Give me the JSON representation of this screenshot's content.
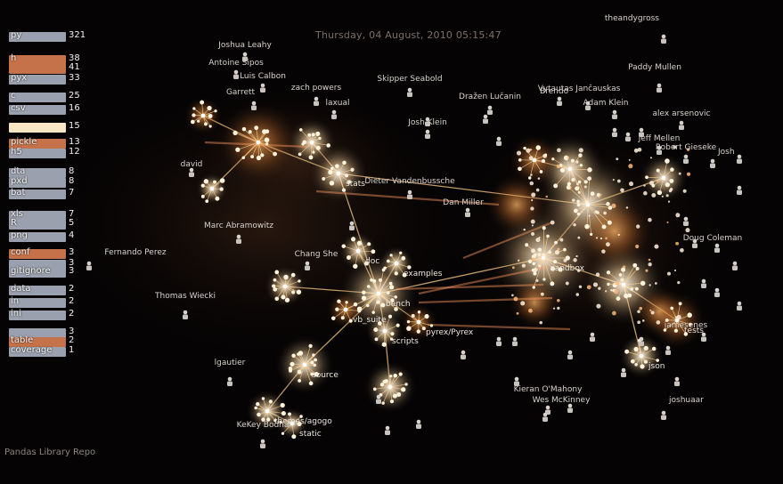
{
  "title": "Pandas Library Repo",
  "date": "Thursday, 04 August, 2010 05:15:47",
  "colors": {
    "background": "#050304",
    "edge": "#ffcf8a",
    "node": "#fff3dc",
    "glow": "#ff9a3c",
    "legend_gray": "#9aa0ad",
    "legend_orange": "#c5724a",
    "legend_cream": "#f6e6c4"
  },
  "legend": [
    {
      "ext": "py",
      "count": "321",
      "color": "#9aa0ad"
    },
    {
      "ext": "h",
      "count": "38",
      "color": "#c5724a"
    },
    {
      "ext": "",
      "count": "41",
      "color": "#c5724a"
    },
    {
      "ext": "pyx",
      "count": "33",
      "color": "#9aa0ad"
    },
    {
      "ext": "c",
      "count": "25",
      "color": "#9aa0ad"
    },
    {
      "ext": "csv",
      "count": "16",
      "color": "#9aa0ad"
    },
    {
      "ext": "",
      "count": "15",
      "color": "#f6e6c4"
    },
    {
      "ext": "pickle",
      "count": "13",
      "color": "#c5724a"
    },
    {
      "ext": "h5",
      "count": "12",
      "color": "#9aa0ad"
    },
    {
      "ext": "dta",
      "count": "8",
      "color": "#9aa0ad"
    },
    {
      "ext": "pxd",
      "count": "8",
      "color": "#9aa0ad"
    },
    {
      "ext": "bat",
      "count": "7",
      "color": "#9aa0ad"
    },
    {
      "ext": "xls",
      "count": "7",
      "color": "#9aa0ad"
    },
    {
      "ext": "R",
      "count": "5",
      "color": "#9aa0ad"
    },
    {
      "ext": "png",
      "count": "4",
      "color": "#9aa0ad"
    },
    {
      "ext": "conf",
      "count": "3",
      "color": "#c5724a"
    },
    {
      "ext": "",
      "count": "3",
      "color": "#9aa0ad"
    },
    {
      "ext": "gitignore",
      "count": "3",
      "color": "#9aa0ad"
    },
    {
      "ext": "data",
      "count": "2",
      "color": "#9aa0ad"
    },
    {
      "ext": "in",
      "count": "2",
      "color": "#9aa0ad"
    },
    {
      "ext": "ini",
      "count": "2",
      "color": "#9aa0ad"
    },
    {
      "ext": "",
      "count": "3",
      "color": "#9aa0ad"
    },
    {
      "ext": "table",
      "count": "2",
      "color": "#c5724a"
    },
    {
      "ext": "coverage",
      "count": "1",
      "color": "#9aa0ad"
    }
  ],
  "users": [
    {
      "name": "theandygross"
    },
    {
      "name": "Joshua Leahy"
    },
    {
      "name": "Antoine Sipos"
    },
    {
      "name": "Luis Calbon"
    },
    {
      "name": "Paddy Mullen"
    },
    {
      "name": "zach powers"
    },
    {
      "name": "Skipper Seabold"
    },
    {
      "name": "Dražen Lučanin"
    },
    {
      "name": "Vytautas Jančauskas"
    },
    {
      "name": "Garrett"
    },
    {
      "name": "laxual"
    },
    {
      "name": "Brendo"
    },
    {
      "name": "Adam Klein"
    },
    {
      "name": "alex arsenovic"
    },
    {
      "name": "Josh Klein"
    },
    {
      "name": "Jeff Mellen"
    },
    {
      "name": "Robert Gieseke"
    },
    {
      "name": "Josh"
    },
    {
      "name": "david"
    },
    {
      "name": "Dieter Vandenbussche"
    },
    {
      "name": "Dan Miller"
    },
    {
      "name": "Marc Abramowitz"
    },
    {
      "name": "Doug Coleman"
    },
    {
      "name": "Fernando Perez"
    },
    {
      "name": "Thomas Wiecki"
    },
    {
      "name": "jamesenes"
    },
    {
      "name": "lgautier"
    },
    {
      "name": "Kieran O'Mahony"
    },
    {
      "name": "joshuaar"
    },
    {
      "name": "KeKey Bodha"
    },
    {
      "name": "Chang She"
    },
    {
      "name": "Wes McKinney"
    }
  ],
  "directories": [
    {
      "name": "stats"
    },
    {
      "name": "doc"
    },
    {
      "name": "examples"
    },
    {
      "name": "bench"
    },
    {
      "name": "pyrex/Pyrex"
    },
    {
      "name": "vb_suite"
    },
    {
      "name": "scripts"
    },
    {
      "name": "source"
    },
    {
      "name": "themes/agogo"
    },
    {
      "name": "static"
    },
    {
      "name": "sandbox"
    },
    {
      "name": "json"
    },
    {
      "name": "tests"
    }
  ]
}
